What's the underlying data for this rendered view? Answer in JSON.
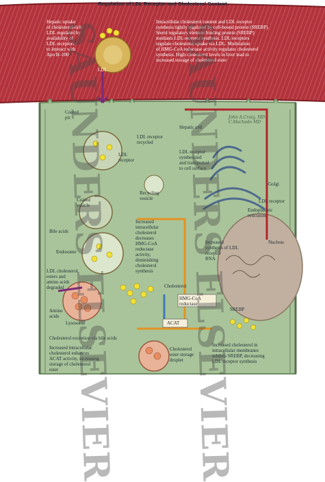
{
  "title": "Regulation of LDL Receptor and Cholesterol Content",
  "vessel": {
    "left_text": "Hepatic uptake\nof cholesterol-rich\nLDL regulated by\navailability of\nLDL receptors\nto interact with\nApo B–100",
    "right_text": "Intracellular cholesterol content and LDL receptor\nsynthesis tightly regulated by cell-bound protein (SREBP).\nSterol regulatory element binding protein (SREBP)\nmediates LDL receptor synthesis. LDL receptors\nregulate cholesterol uptake via LDL. Modulation\nof HMG-CoA reductase activity regulates cholesterol\nsynthesis. High cholesterol levels in liver lead to\nincreased storage of cholesterol ester",
    "ldl_tag": "LDL"
  },
  "labels": {
    "coated_pit": "Coated\npit",
    "hepatic_cell": "Hepatic cell",
    "ldl_receptor_recycled": "LDL receptor\nrecycled",
    "ldl_receptor": "LDL\nreceptor",
    "ldl_receptor_synth": "LDL receptor\nsynthesized\nand transported\nto cell surface",
    "golgi": "Golgi",
    "ldl_receptor_right": "LDL receptor",
    "endoplasmic_reticulum": "Endoplasmic\nreticulum",
    "coated_vesicle": "Coated\nvesicle",
    "recycling_vesicle": "Recycling\nvesicle",
    "bile_acids": "Bile acids",
    "endosome": "Endosome",
    "increased_chol_hmg": "Increased\nintracellular\ncholesterol\ndecreases\nHMG-CoA\nreductase\nactivity,\ndiminishing\ncholesterol\nsynthesis",
    "nucleus": "Nucleus",
    "increased_synth_rna": "Increased\nsynthesis of LDL\nreceptor\nRNA",
    "hmg_coa_reductase": "HMG-CoA\nreductase",
    "cholesterol": "Cholesterol",
    "ldl_esters": "LDL cholesterol\nesters and\namino acids\ndegraded",
    "amino_acids": "Amino\nacids",
    "lysosome": "Lysosome",
    "srebp": "SREBP",
    "acat": "ACAT",
    "excretion": "Cholesterol excretion via bile acids",
    "increased_acat": "Increased intracellular\ncholesterol enhances\nACAT activity, increasing\nstorage of cholesterol\nester",
    "storage_droplet": "Cholesterol\nester storage\ndroplet",
    "increased_membranes": "Increased cholesterol in\nintracellular membranes\ninhibits SREBP, decreasing\nLDL receptor synthesis"
  },
  "signature": "John A.Craig, MD\nC.Machado MD",
  "watermark": "SAUNDERS ELSEVIER",
  "colors": {
    "vessel": "#b2333b",
    "cell": "#a9c49a",
    "nucleus": "#c1b09f",
    "ldl": "#f1e236",
    "lysosome": "#e88c60",
    "arrow_red": "#b2242a",
    "arrow_purple": "#7c2a78",
    "arrow_orange": "#e39221",
    "arrow_blue": "#3f78b3"
  }
}
